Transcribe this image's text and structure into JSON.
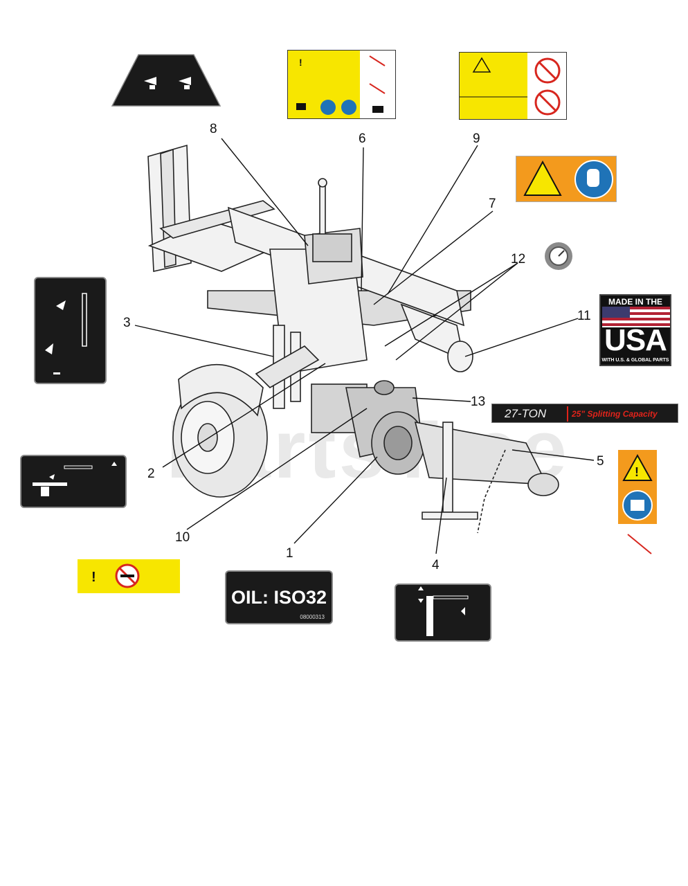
{
  "callouts": [
    "1",
    "2",
    "3",
    "4",
    "5",
    "6",
    "7",
    "8",
    "9",
    "10",
    "11",
    "12",
    "13"
  ],
  "watermark": "PartsTree",
  "decals": {
    "oil_label": "OIL: ISO32",
    "oil_part_number": "08000313",
    "made_in_usa_top": "MADE IN THE",
    "made_in_usa_main": "USA",
    "made_in_usa_bottom": "WITH U.S. & GLOBAL PARTS",
    "ton_main": "27-TON",
    "ton_sub": "25\" Splitting Capacity"
  },
  "colors": {
    "warning_yellow": "#f7e600",
    "orange": "#f39a1d",
    "blue": "#1f73b7",
    "red": "#d7261e",
    "decal_black": "#1a1a1a"
  }
}
